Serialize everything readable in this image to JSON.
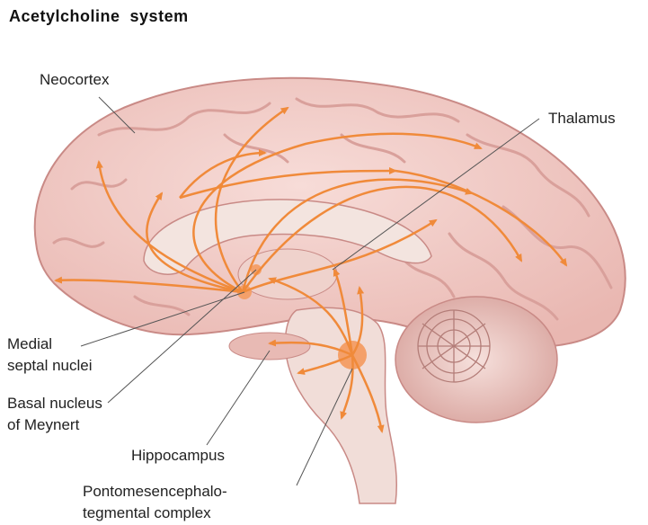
{
  "title": "Acetylcholine  system",
  "labels": {
    "neocortex": "Neocortex",
    "thalamus": "Thalamus",
    "medial_septal_1": "Medial",
    "medial_septal_2": "septal nuclei",
    "basal_nucleus_1": "Basal nucleus",
    "basal_nucleus_2": "of Meynert",
    "hippocampus": "Hippocampus",
    "ppt_1": "Pontomesencephalo-",
    "ppt_2": "tegmental complex"
  },
  "colors": {
    "brain_fill": "#f0c9c4",
    "brain_edge": "#c98a86",
    "gyri": "#d9a09b",
    "pathway": "#f08a3a",
    "nucleus": "#f4a06a",
    "leader_line": "#555555"
  }
}
